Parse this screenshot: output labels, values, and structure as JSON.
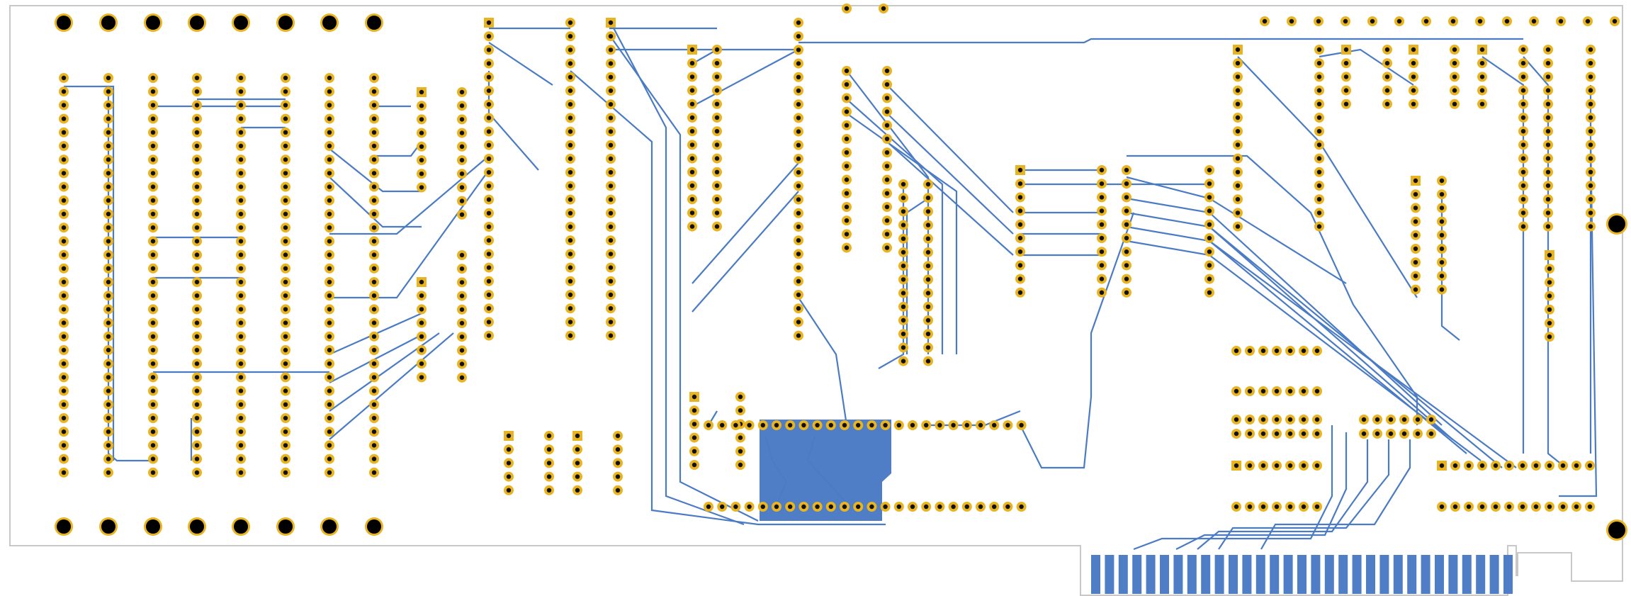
{
  "board": {
    "outline_color": "#c8c8c8",
    "trace_color": "#4a7bc4",
    "pad_ring_color": "#e8b422",
    "pad_hole_color": "#111111",
    "mount_hole_color": "#000000",
    "copper_pour_color": "#4f7ec6",
    "edge_finger_color": "#4f7ec6"
  },
  "components": {
    "mounting_holes": 18,
    "dip_sockets": 24,
    "edge_connector_fingers": 31,
    "copper_pour_regions": 1
  }
}
